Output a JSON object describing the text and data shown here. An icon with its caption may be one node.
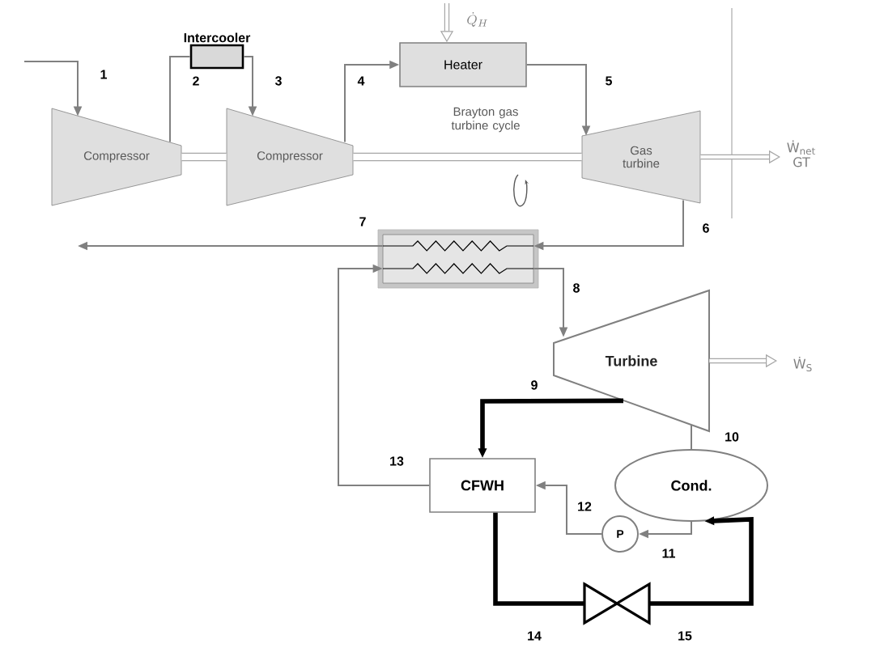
{
  "diagram": {
    "nodes": [
      {
        "text": [
          "Compressor"
        ]
      },
      {
        "text": [
          "Compressor"
        ]
      },
      {
        "text": [
          "Intercooler"
        ]
      },
      {
        "text": [
          "Heater"
        ]
      },
      {
        "text": [
          "Gas turbine"
        ]
      },
      {
        "text": [],
        "shape": "box"
      },
      {
        "text": [
          "Turbine"
        ]
      },
      {
        "text": [
          "Cond."
        ]
      },
      {
        "text": [
          "CFWH"
        ]
      },
      {
        "text": [
          "P"
        ]
      },
      {
        "text": [],
        "shape": "valve"
      }
    ],
    "edges": [
      {
        "from": null,
        "to": 0,
        "arrow": "to",
        "label": "1"
      },
      {
        "from": 0,
        "to": 2,
        "arrow": "none",
        "label": "2"
      },
      {
        "from": 2,
        "to": 1,
        "arrow": "to",
        "label": "3"
      },
      {
        "from": 1,
        "to": 3,
        "arrow": "to",
        "label": "4"
      },
      {
        "from": 3,
        "to": 4,
        "arrow": "to",
        "label": "5"
      },
      {
        "from": 4,
        "to": 5,
        "arrow": "to",
        "label": "6"
      },
      {
        "from": 5,
        "to": null,
        "arrow": "to",
        "label": "7"
      },
      {
        "from": 5,
        "to": 6,
        "arrow": "to",
        "label": "8"
      },
      {
        "from": 6,
        "to": 8,
        "arrow": "to",
        "label": "9",
        "style": "thick",
        "color": "#000000"
      },
      {
        "from": 6,
        "to": 7,
        "arrow": "none",
        "label": "10"
      },
      {
        "from": 7,
        "to": 9,
        "arrow": "to",
        "label": "11"
      },
      {
        "from": 9,
        "to": 8,
        "arrow": "to",
        "label": "12"
      },
      {
        "from": 8,
        "to": 5,
        "arrow": "to",
        "label": "13"
      },
      {
        "from": 8,
        "to": 10,
        "arrow": "none",
        "label": "14",
        "style": "thick",
        "color": "#000000"
      },
      {
        "from": 10,
        "to": 7,
        "arrow": "to",
        "label": "15",
        "style": "thick",
        "color": "#000000"
      },
      {
        "from": null,
        "to": 3,
        "arrow": "to",
        "label": "\\dot{Q}_H",
        "style": "thick"
      },
      {
        "from": 4,
        "to": null,
        "arrow": "to",
        "label": "Ẇ$_{net}$ GT",
        "style": "thick"
      },
      {
        "from": 6,
        "to": null,
        "arrow": "to",
        "label": "Ẇ$_{S}$",
        "style": "thick"
      },
      {
        "from": 0,
        "to": 1,
        "arrow": "none",
        "style": "thick"
      },
      {
        "from": 1,
        "to": 4,
        "arrow": "none",
        "style": "thick"
      }
    ],
    "labels": [
      "Brayton gas turbine cycle"
    ]
  }
}
